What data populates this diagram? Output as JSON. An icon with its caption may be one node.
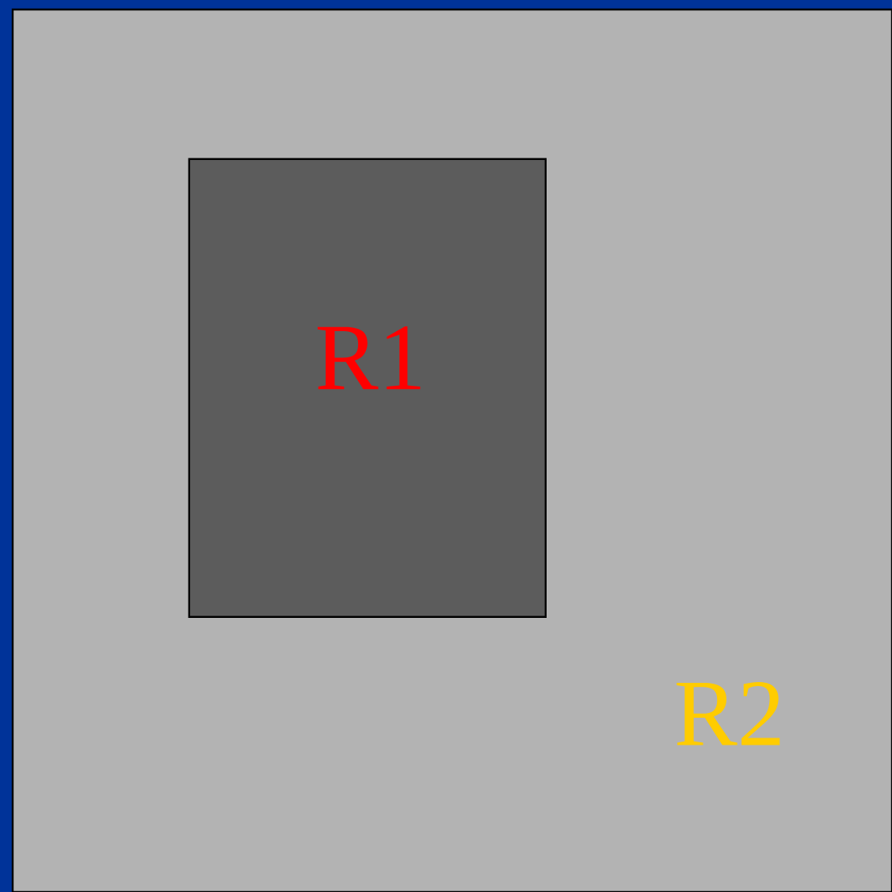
{
  "diagram": {
    "nodes": [
      {
        "text": [
          "R2"
        ]
      },
      {
        "text": [
          "R1"
        ],
        "in": 0
      }
    ]
  }
}
